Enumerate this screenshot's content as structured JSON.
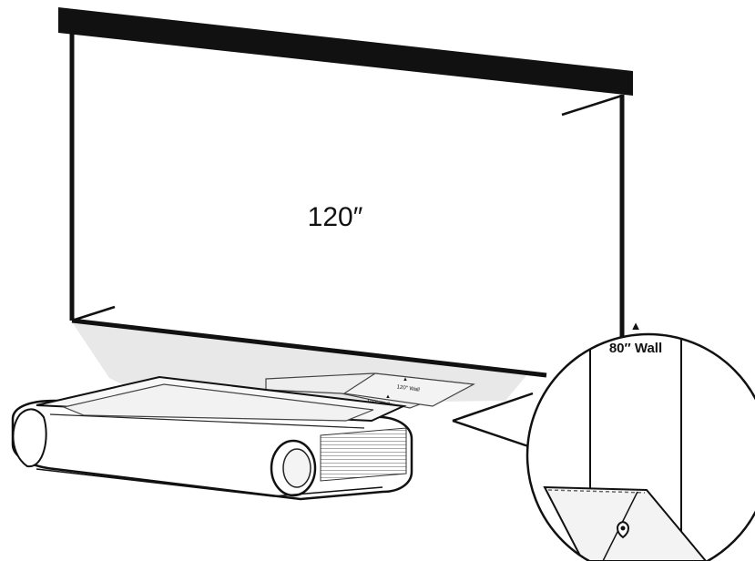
{
  "screen": {
    "size_label": "120″"
  },
  "placement_card": {
    "label_120": "120″ Wall",
    "label_100": "100″ Wall"
  },
  "zoom_callout": {
    "label_80": "80″ Wall"
  },
  "colors": {
    "line": "#111111",
    "beam": "#e6e6e6",
    "card": "#eeeeee",
    "background": "#ffffff"
  }
}
